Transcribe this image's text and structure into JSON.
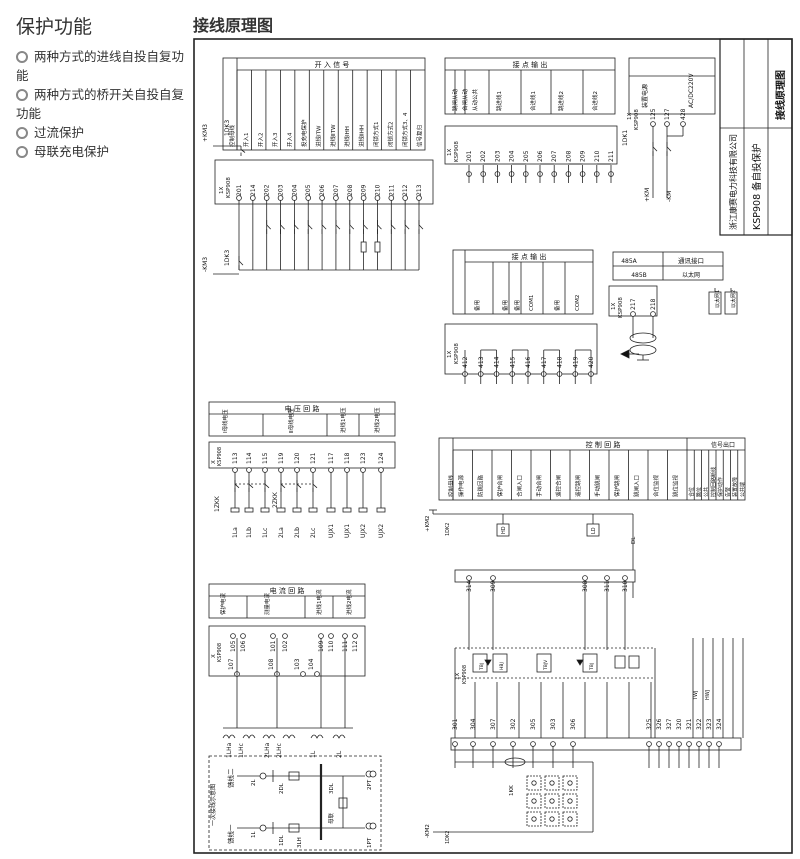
{
  "left": {
    "title": "保护功能",
    "features": [
      "两种方式的进线自投自复功能",
      "两种方式的桥开关自投自复功能",
      "过流保护",
      "母联充电保护"
    ]
  },
  "diagram_title": "接线原理图",
  "title_block": {
    "title": "接线原理图",
    "product": "KSP908 备自投保护",
    "company": "浙江康赛电力科技有限公司"
  },
  "blocks": {
    "inputs": {
      "header": "开 入 信 号",
      "labels": [
        "控制母线",
        "开入1",
        "开入2",
        "开入3",
        "开入4",
        "投充电保护",
        "进线ⅠTW",
        "进线ⅡTW",
        "进线ⅠHH",
        "进线ⅡHH",
        "闭锁方式1",
        "闭锁方式2",
        "闭锁方式3、4",
        "信号复归"
      ],
      "terminal_header": [
        "1X",
        "KSP908"
      ],
      "terminals": [
        "201",
        "214",
        "202",
        "203",
        "204",
        "205",
        "206",
        "207",
        "208",
        "209",
        "210",
        "211",
        "212",
        "213"
      ],
      "relay_top": "1DK3",
      "bus_top": "+KM3",
      "relay_bottom": "1DK3",
      "bus_bottom": "-KM3"
    },
    "outputs1": {
      "header": "接 点 输 出",
      "labels": [
        "跳闸从动",
        "合闸从动",
        "从动公共",
        "跳进线1",
        "合进线1",
        "跳进线2",
        "合进线2"
      ],
      "terminal_header": [
        "1X",
        "KSP908"
      ],
      "terminals": [
        "201",
        "202",
        "203",
        "204",
        "205",
        "206",
        "207",
        "208",
        "209",
        "210",
        "211"
      ]
    },
    "power": {
      "labels": [
        "装置电源",
        "AC/DC220V"
      ],
      "terminal_header": [
        "1X",
        "KSP908"
      ],
      "terminals": [
        "125",
        "127",
        "428"
      ],
      "relay": "1DK1",
      "pos": "+KM",
      "neg": "-KM"
    },
    "outputs2": {
      "header": "接 点 输 出",
      "labels": [
        "备用",
        "备用",
        "备用",
        "COM1",
        "备用",
        "COM2"
      ],
      "terminal_header": [
        "1X",
        "KSP908"
      ],
      "terminals": [
        "412",
        "413",
        "414",
        "415",
        "416",
        "417",
        "418",
        "419",
        "420"
      ]
    },
    "comm": {
      "header": "通讯接口",
      "labels": [
        "485A",
        "485B",
        "以太网"
      ],
      "terminal_header": [
        "1X",
        "KSP908"
      ],
      "terminals": [
        "217",
        "218"
      ],
      "eth": [
        "以太网1",
        "以太网2"
      ]
    },
    "voltage": {
      "header": "电 压 回 路",
      "labels": [
        "Ⅰ母线电压",
        "Ⅱ母线电压",
        "进线1电压",
        "进线2电压"
      ],
      "terminal_header": [
        "1X",
        "KSP908"
      ],
      "terminals": [
        "113",
        "114",
        "115",
        "119",
        "120",
        "121",
        "117",
        "118",
        "123",
        "124"
      ],
      "bottom": [
        "1La",
        "1Lb",
        "1Lc",
        "2La",
        "2Lb",
        "2Lc",
        "UJX1",
        "UJX1",
        "UJX2",
        "UJX2"
      ],
      "switch_a": "1ZKK",
      "switch_b": "2ZKK"
    },
    "current": {
      "header": "电 流 回 路",
      "labels": [
        "保护电流",
        "测量电流",
        "进线1电流",
        "进线2电流"
      ],
      "terminal_header": [
        "1X",
        "KSP908"
      ],
      "terminals_top": [
        "105",
        "106",
        "101",
        "102",
        "109",
        "110",
        "111",
        "112"
      ],
      "terminals_bot": [
        "107",
        "108",
        "103",
        "104"
      ],
      "bottom": [
        "1LHa",
        "1LHc",
        "2LHa",
        "2LHc",
        "1L",
        "2L"
      ]
    },
    "control": {
      "header": "控 制 回 路",
      "signal_header": "信号出口",
      "labels": [
        "控制母线",
        "操作电源",
        "防跳回路",
        "保护合闸",
        "合闸入口",
        "手动合闸",
        "遥控合闸",
        "遥控跳闸",
        "手动跳闸",
        "保护跳闸",
        "跳闸入口",
        "合位监视",
        "跳位监视"
      ],
      "signal_labels": [
        "合位",
        "跳位",
        "公共",
        "控制回路断线",
        "保护动作",
        "告警",
        "装置故障",
        "公共端"
      ],
      "top_terminals": [
        "314",
        "309",
        "308",
        "311",
        "310"
      ],
      "bottom_terminals": [
        "301",
        "304",
        "307",
        "302",
        "305",
        "303",
        "306",
        "325",
        "326",
        "327",
        "320",
        "321",
        "322",
        "323",
        "324"
      ],
      "bus_top": "+KM2",
      "bus_bottom": "-KM2",
      "relay_top": "1DK2",
      "relay_bottom": "1DK2",
      "lamps": [
        "HD",
        "LD"
      ],
      "coils": [
        "TBJ",
        "HBJ",
        "TBJV",
        "TBJ"
      ],
      "switch": "1KK",
      "dl": "DL"
    },
    "oneline": {
      "header": "一次接线示意图",
      "labels": [
        "馈线二",
        "馈线一",
        "1L",
        "2L",
        "3LH",
        "1PT",
        "2PT",
        "1DL",
        "2DL",
        "3DL",
        "母联"
      ]
    }
  }
}
